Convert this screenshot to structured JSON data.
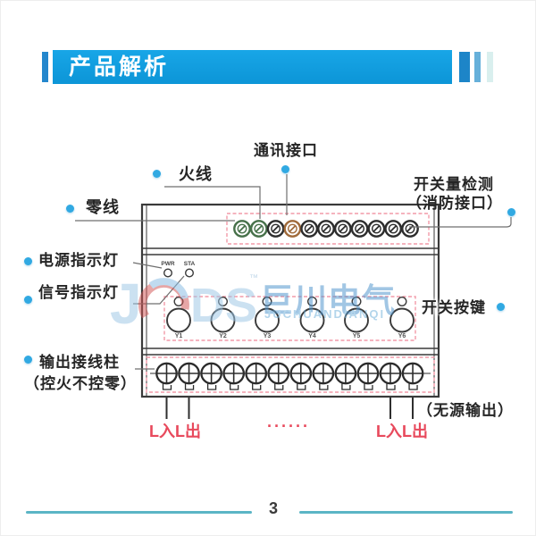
{
  "header": {
    "title": "产品解析"
  },
  "callouts": {
    "comm": "通讯接口",
    "live": "火线",
    "neutral": "零线",
    "fire_detect_line1": "开关量检测",
    "fire_detect_line2": "（消防接口）",
    "power_led": "电源指示灯",
    "signal_led": "信号指示灯",
    "switch_buttons": "开关按键",
    "output_line1": "输出接线柱",
    "output_line2": "（控火不控零）",
    "passive_output": "（无源输出）"
  },
  "device": {
    "indicator_labels": [
      "PWR",
      "STA"
    ],
    "button_labels": [
      "Y1",
      "Y2",
      "Y3",
      "Y4",
      "Y5",
      "Y6"
    ]
  },
  "annotations": {
    "l_in_out_left": "L入L出",
    "l_in_out_right": "L入L出",
    "ellipsis": "······"
  },
  "watermark": {
    "brand": "巨川电气",
    "brand_latin": "JUCHUANDIANQI",
    "trademark": "™"
  },
  "footer": {
    "page_number": "3"
  },
  "colors": {
    "banner_blue": "#12a0e0",
    "accent_dark_blue": "#1d85c8",
    "accent_light_blue": "#66b0da",
    "accent_pale": "#d9efee",
    "callout_dot": "#31a9e2",
    "dashed_highlight": "#f29aa8",
    "red_text": "#e8495c",
    "footer_line": "#5bb5c5"
  }
}
